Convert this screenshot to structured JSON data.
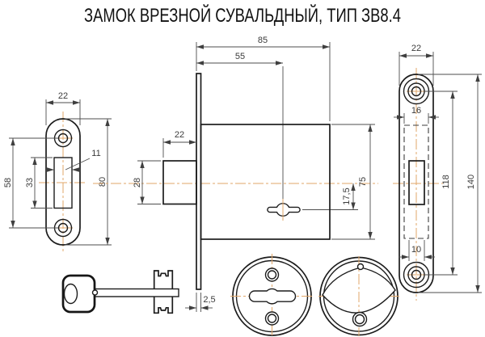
{
  "title": "ЗАМОК ВРЕЗНОЙ СУВАЛЬДНЫЙ, ТИП ЗВ8.4",
  "colors": {
    "outline": "#1c1c1c",
    "dimension_lines": "#4d4d4d",
    "centerlines": "#e2a768",
    "background": "#ffffff"
  },
  "views": {
    "strike_plate": {
      "label": "strike-plate-front-view",
      "dims": {
        "width": "22",
        "screw_spacing": "58",
        "cutout_height": "33",
        "cutout_width": "11",
        "height": "80"
      }
    },
    "lock_side": {
      "label": "lock-body-side-view",
      "dims": {
        "depth": "85",
        "backset": "55",
        "bolt_throw": "22",
        "bolt_height": "28",
        "body_height": "75",
        "keyhole_offset": "17,5",
        "faceplate_thickness": "2,5"
      }
    },
    "faceplate_front": {
      "label": "faceplate-front-view",
      "dims": {
        "width": "22",
        "case_thickness": "16",
        "bolt_width": "10",
        "screw_spacing": "118",
        "height": "140"
      }
    }
  }
}
